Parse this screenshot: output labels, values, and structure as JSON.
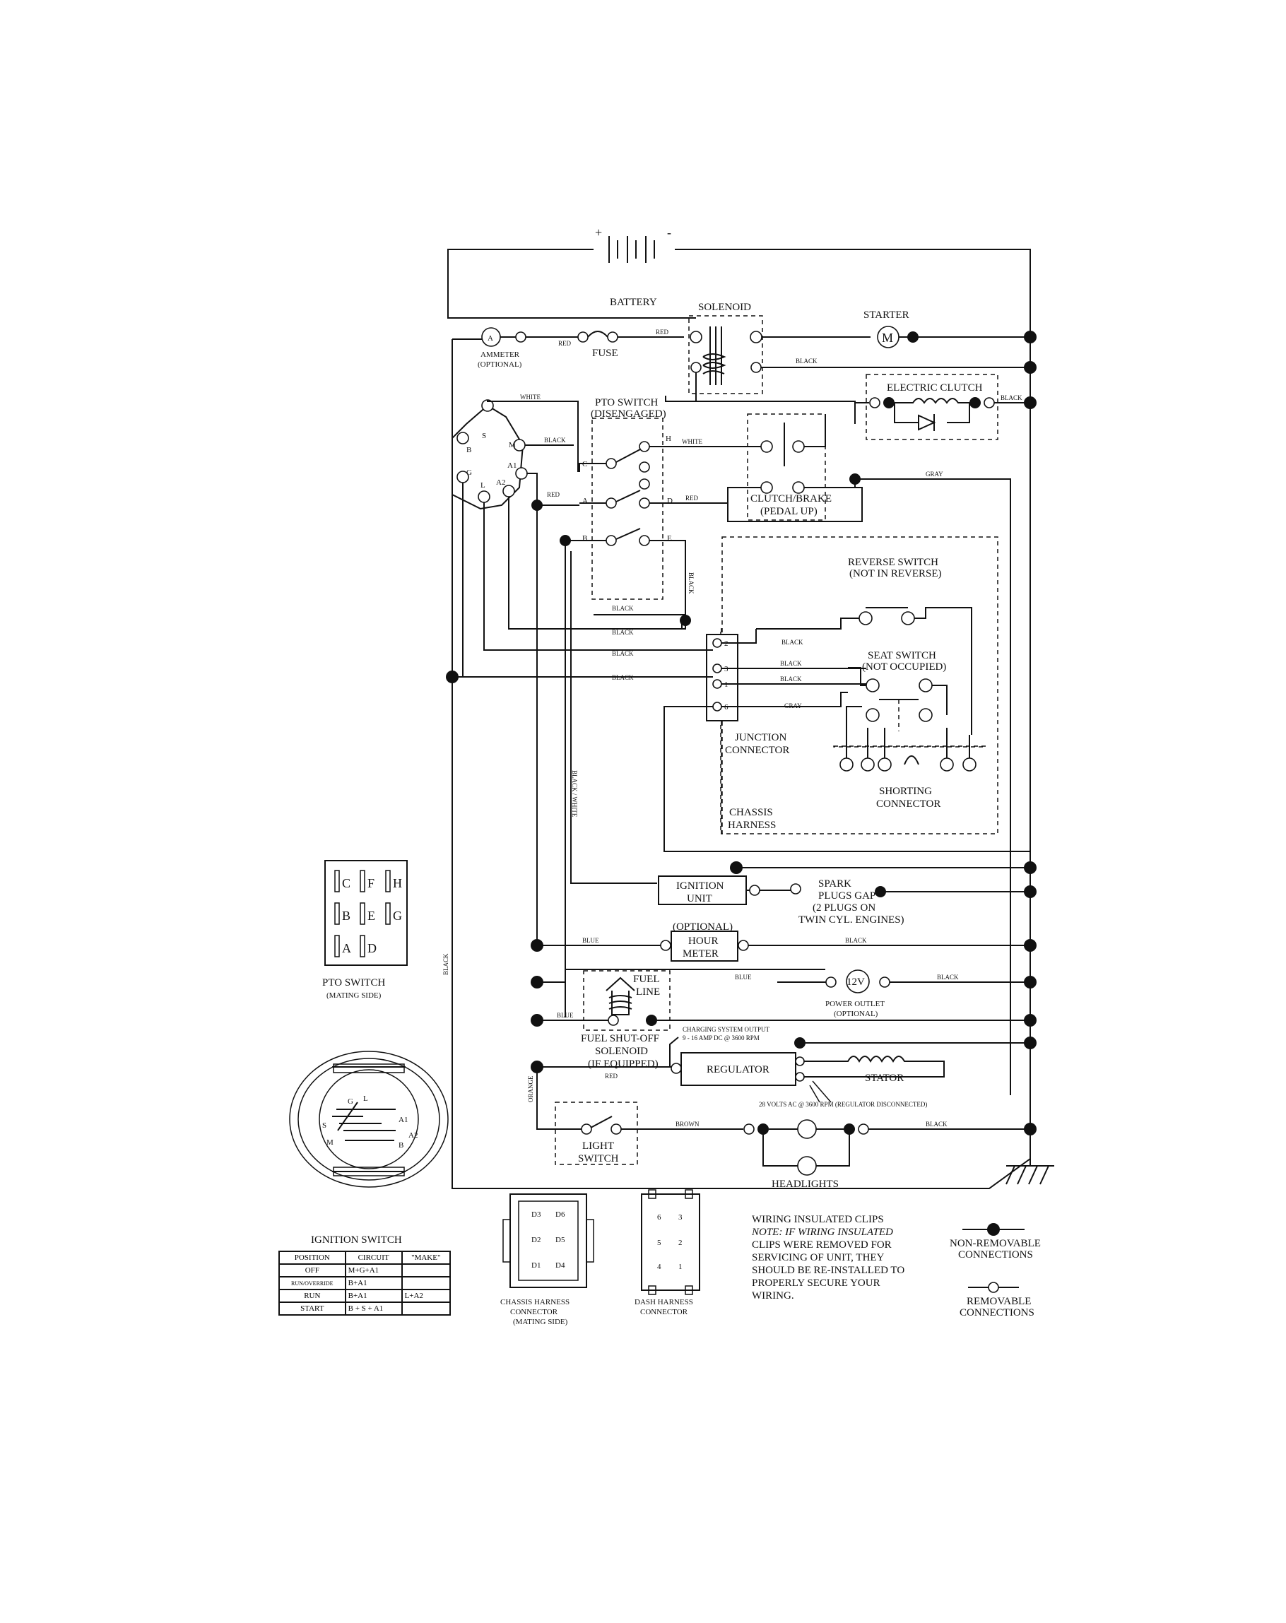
{
  "labels": {
    "battery": "BATTERY",
    "plus": "+",
    "minus": "-",
    "solenoid": "SOLENOID",
    "starter": "STARTER",
    "starter_m": "M",
    "ammeter": "AMMETER",
    "ammeter_opt": "(OPTIONAL)",
    "ammeter_a": "A",
    "fuse": "FUSE",
    "electric_clutch": "ELECTRIC CLUTCH",
    "pto_switch": "PTO SWITCH",
    "pto_state": "(DISENGAGED)",
    "clutch_brake": "CLUTCH/BRAKE",
    "clutch_state": "(PEDAL UP)",
    "reverse_switch": "REVERSE SWITCH",
    "reverse_state": "(NOT IN REVERSE)",
    "seat_switch": "SEAT SWITCH",
    "seat_state": "(NOT OCCUPIED)",
    "junction": "JUNCTION",
    "connector": "CONNECTOR",
    "shorting": "SHORTING",
    "shorting_conn": "CONNECTOR",
    "chassis": "CHASSIS",
    "harness": "HARNESS",
    "ignition_unit_1": "IGNITION",
    "ignition_unit_2": "UNIT",
    "spark_1": "SPARK",
    "spark_2": "PLUGS GAP",
    "spark_3": "(2 PLUGS ON",
    "spark_4": "TWIN CYL. ENGINES)",
    "optional": "(OPTIONAL)",
    "hour_1": "HOUR",
    "hour_2": "METER",
    "fuel_line_1": "FUEL",
    "fuel_line_2": "LINE",
    "v12": "12V",
    "power_outlet": "POWER OUTLET",
    "power_opt": "(OPTIONAL)",
    "fuel_shut_1": "FUEL SHUT-OFF",
    "fuel_shut_2": "SOLENOID",
    "fuel_shut_3": "(IF EQUIPPED)",
    "charging_1": "CHARGING SYSTEM OUTPUT",
    "charging_2": "9 - 16 AMP DC @ 3600 RPM",
    "regulator": "REGULATOR",
    "stator": "STATOR",
    "volts_ac": "28 VOLTS AC @ 3600 RPM (REGULATOR DISCONNECTED)",
    "light_1": "LIGHT",
    "light_2": "SWITCH",
    "headlights": "HEADLIGHTS",
    "pto_mating_1": "PTO SWITCH",
    "pto_mating_2": "(MATING SIDE)",
    "ignition_switch": "IGNITION SWITCH",
    "chassis_conn_1": "CHASSIS HARNESS",
    "chassis_conn_2": "CONNECTOR",
    "chassis_conn_3": "(MATING SIDE)",
    "dash_conn_1": "DASH HARNESS",
    "dash_conn_2": "CONNECTOR",
    "note_1": "WIRING INSULATED CLIPS",
    "note_2": "NOTE: IF WIRING INSULATED",
    "note_3": "CLIPS WERE REMOVED FOR",
    "note_4": "SERVICING OF UNIT, THEY",
    "note_5": "SHOULD BE RE-INSTALLED TO",
    "note_6": "PROPERLY SECURE YOUR",
    "note_7": "WIRING.",
    "nonremovable_1": "NON-REMOVABLE",
    "nonremovable_2": "CONNECTIONS",
    "removable_1": "REMOVABLE",
    "removable_2": "CONNECTIONS"
  },
  "wire_colors": {
    "red": "RED",
    "black": "BLACK",
    "white": "WHITE",
    "gray": "GRAY",
    "blue": "BLUE",
    "brown": "BROWN",
    "orange": "ORANGE",
    "black_white": "BLACK / WHITE"
  },
  "pto_terminals": [
    "C",
    "F",
    "H",
    "B",
    "E",
    "G",
    "A",
    "D"
  ],
  "pto_switch_terminals": [
    "C",
    "H",
    "A",
    "D",
    "B",
    "E"
  ],
  "ignition_terminals": [
    "S",
    "M",
    "B",
    "G",
    "L",
    "A1",
    "A2"
  ],
  "ignition_face_terminals": [
    "G",
    "L",
    "A1",
    "S",
    "A2",
    "M",
    "B"
  ],
  "junction_pins": [
    "2",
    "3",
    "1",
    "6"
  ],
  "chassis_pins": [
    "D3",
    "D6",
    "D2",
    "D5",
    "D1",
    "D4"
  ],
  "dash_pins": [
    "6",
    "3",
    "5",
    "2",
    "4",
    "1"
  ],
  "ignition_table": {
    "headers": [
      "POSITION",
      "CIRCUIT",
      "\"MAKE\""
    ],
    "rows": [
      [
        "OFF",
        "M+G+A1",
        ""
      ],
      [
        "RUN/OVERRIDE",
        "B+A1",
        ""
      ],
      [
        "RUN",
        "B+A1",
        "L+A2"
      ],
      [
        "START",
        "B + S + A1",
        ""
      ]
    ]
  }
}
